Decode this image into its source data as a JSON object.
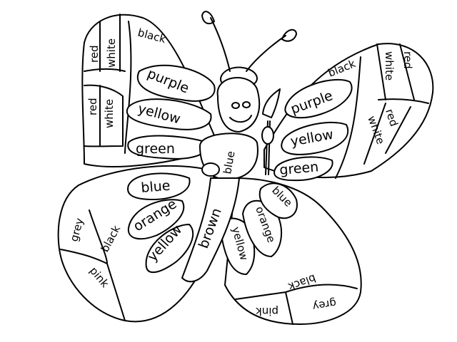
{
  "top_left_wing": {
    "red_1": "red",
    "white_1": "white",
    "black": "black",
    "purple": "purple",
    "yellow": "yellow",
    "green": "green",
    "red_2": "red",
    "white_2": "white"
  },
  "top_right_wing": {
    "black": "black",
    "white_1": "white",
    "red_1": "red",
    "purple": "purple",
    "yellow": "yellow",
    "green": "green",
    "red_2": "red",
    "white_2": "white"
  },
  "body": {
    "torso": "blue",
    "tail": "brown"
  },
  "bottom_left_wing": {
    "blue": "blue",
    "orange": "orange",
    "yellow": "yellow",
    "black": "black",
    "grey": "grey",
    "pink": "pink"
  },
  "bottom_right_wing": {
    "yellow": "yellow",
    "orange": "orange",
    "blue": "blue",
    "black": "black",
    "grey": "grey",
    "pink": "pink"
  }
}
